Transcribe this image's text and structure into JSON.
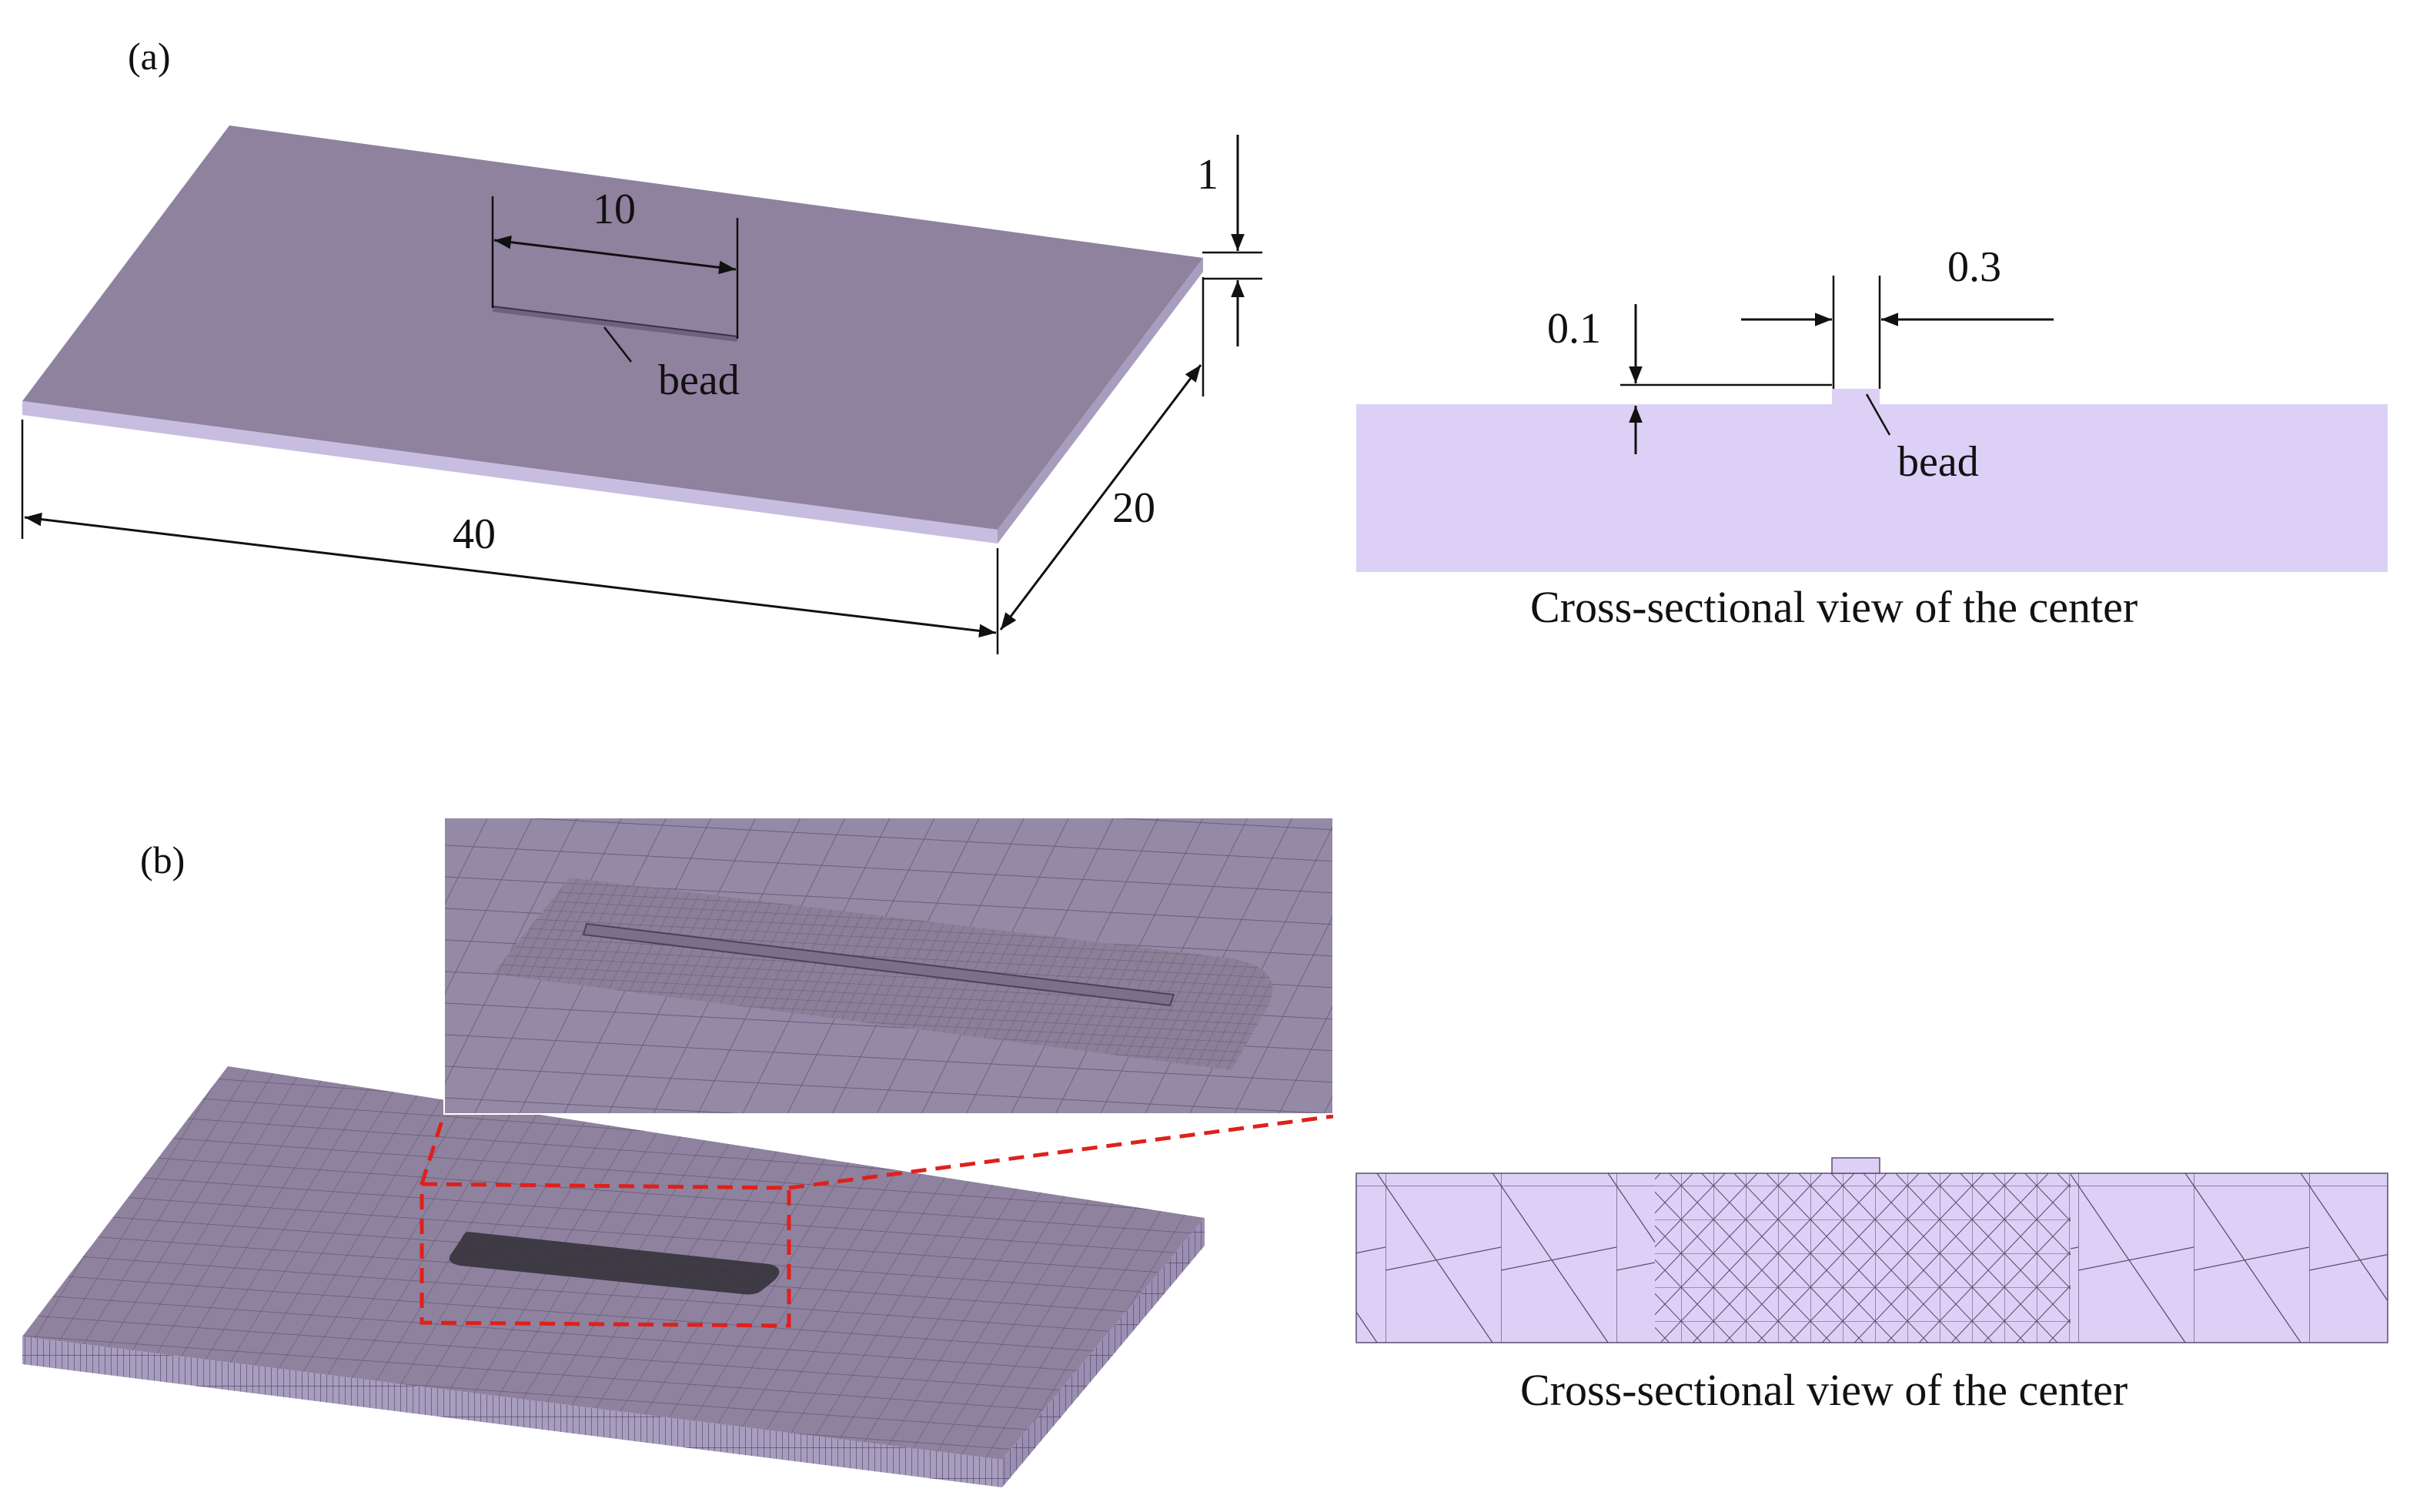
{
  "colors": {
    "plate_top": "#8e829f",
    "plate_front": "#c7bde0",
    "plate_side": "#a79dbe",
    "section_fill": "#dcd0f6",
    "mesh_line": "#5b4e6e",
    "highlight": "#e0201a"
  },
  "panel_a": {
    "label": "(a)",
    "dim_bead_length": "10",
    "dim_thickness": "1",
    "dim_plate_length": "40",
    "dim_plate_width": "20",
    "bead_label": "bead",
    "section": {
      "dim_bead_height": "0.1",
      "dim_bead_width": "0.3",
      "bead_label": "bead",
      "caption": "Cross-sectional view of the center"
    }
  },
  "panel_b": {
    "label": "(b)",
    "section": {
      "caption": "Cross-sectional view of the center"
    }
  }
}
